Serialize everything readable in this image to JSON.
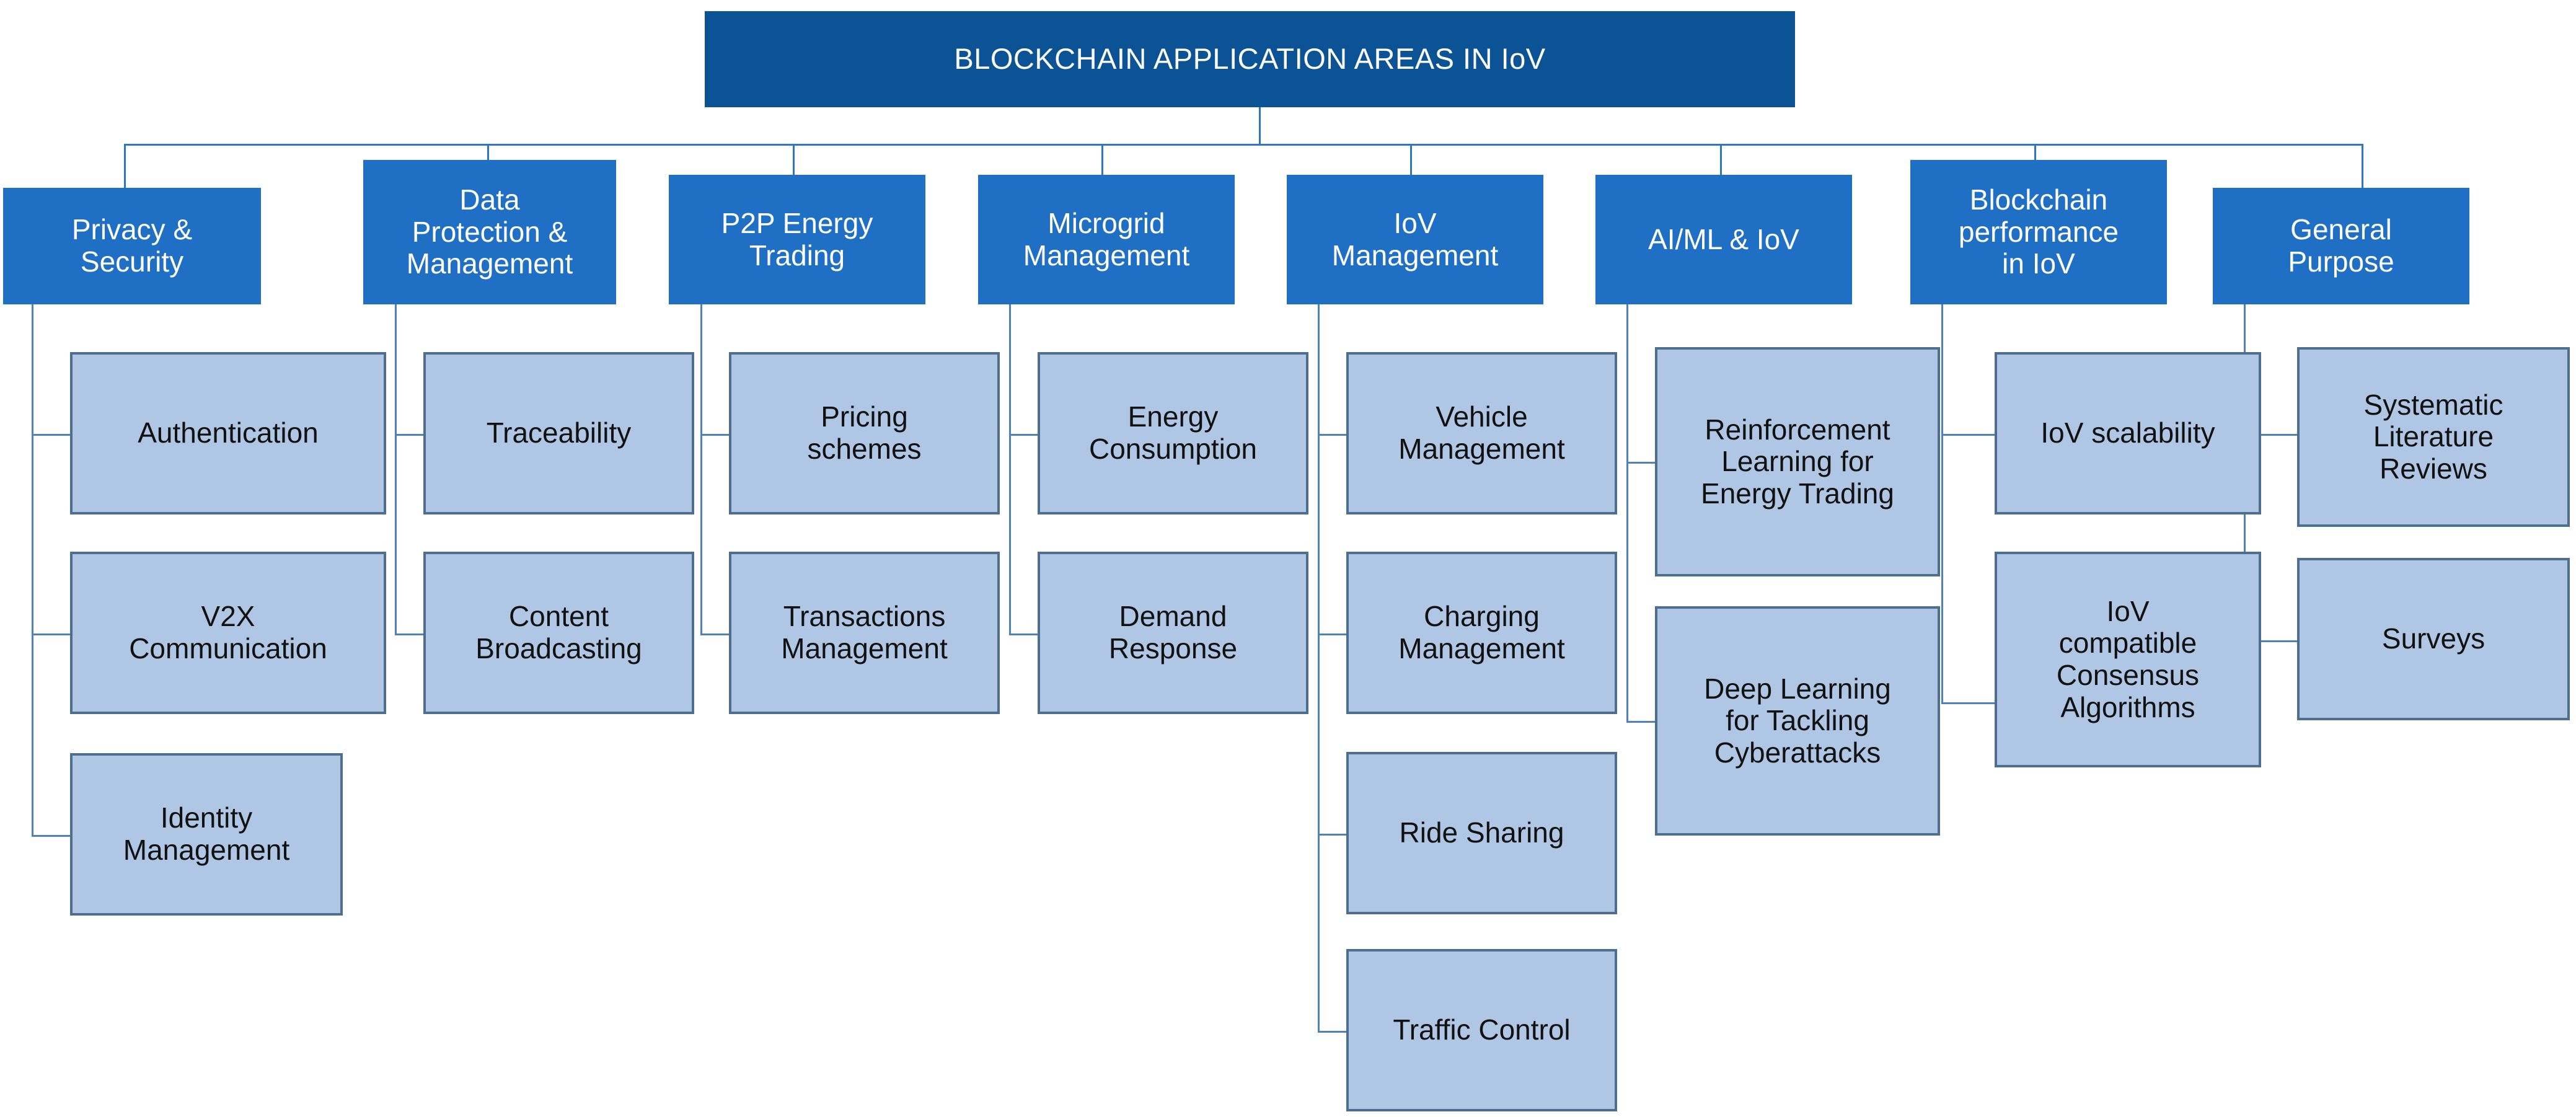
{
  "diagram": {
    "title": "BLOCKCHAIN APPLICATION AREAS IN IoV",
    "type": "hierarchy-tree",
    "colors": {
      "root_fill": "#0B5394",
      "level1_fill": "#1F6FC4",
      "leaf_fill": "#AFC6E5",
      "leaf_border": "#4E6E8E",
      "connector": "#4F81BD",
      "root_text": "#FFFFFF",
      "level1_text": "#FFFFFF",
      "leaf_text": "#111111",
      "background": "#FFFFFF"
    },
    "root": {
      "label": "BLOCKCHAIN APPLICATION AREAS IN IoV"
    },
    "branches": [
      {
        "label": "Privacy &\nSecurity",
        "children": [
          {
            "label": "Authentication"
          },
          {
            "label": "V2X\nCommunication"
          },
          {
            "label": "Identity\nManagement"
          }
        ]
      },
      {
        "label": "Data\nProtection &\nManagement",
        "children": [
          {
            "label": "Traceability"
          },
          {
            "label": "Content\nBroadcasting"
          }
        ]
      },
      {
        "label": "P2P Energy\nTrading",
        "children": [
          {
            "label": "Pricing\nschemes"
          },
          {
            "label": "Transactions\nManagement"
          }
        ]
      },
      {
        "label": "Microgrid\nManagement",
        "children": [
          {
            "label": "Energy\nConsumption"
          },
          {
            "label": "Demand\nResponse"
          }
        ]
      },
      {
        "label": "IoV\nManagement",
        "children": [
          {
            "label": "Vehicle\nManagement"
          },
          {
            "label": "Charging\nManagement"
          },
          {
            "label": "Ride Sharing"
          },
          {
            "label": "Traffic Control"
          }
        ]
      },
      {
        "label": "AI/ML & IoV",
        "children": [
          {
            "label": "Reinforcement\nLearning for\nEnergy Trading"
          },
          {
            "label": "Deep Learning\nfor Tackling\nCyberattacks"
          }
        ]
      },
      {
        "label": "Blockchain\nperformance\nin IoV",
        "children": [
          {
            "label": "IoV scalability"
          },
          {
            "label": "IoV\ncompatible\nConsensus\nAlgorithms"
          }
        ]
      },
      {
        "label": "General\nPurpose",
        "children": [
          {
            "label": "Systematic\nLiterature\nReviews"
          },
          {
            "label": "Surveys"
          }
        ]
      }
    ]
  }
}
